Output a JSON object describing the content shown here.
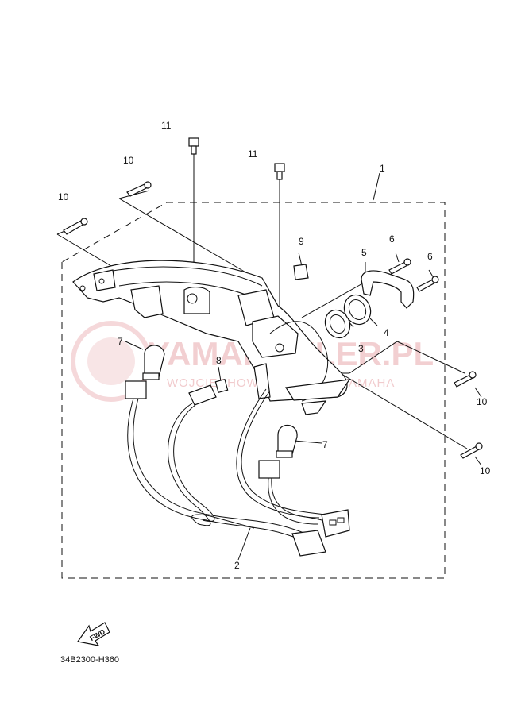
{
  "watermark": {
    "brand": "YAMAHAKLER.PL",
    "tagline": "WOJCIECHOWSKI DEALER YAMAHA"
  },
  "callouts": {
    "c1": "1",
    "c2": "2",
    "c3": "3",
    "c4": "4",
    "c5": "5",
    "c6a": "6",
    "c6b": "6",
    "c7a": "7",
    "c7b": "7",
    "c8": "8",
    "c9": "9",
    "c10a": "10",
    "c10b": "10",
    "c10c": "10",
    "c10d": "10",
    "c11a": "11",
    "c11b": "11"
  },
  "fwd_label": "FWD",
  "diagram_code": "34B2300-H360"
}
